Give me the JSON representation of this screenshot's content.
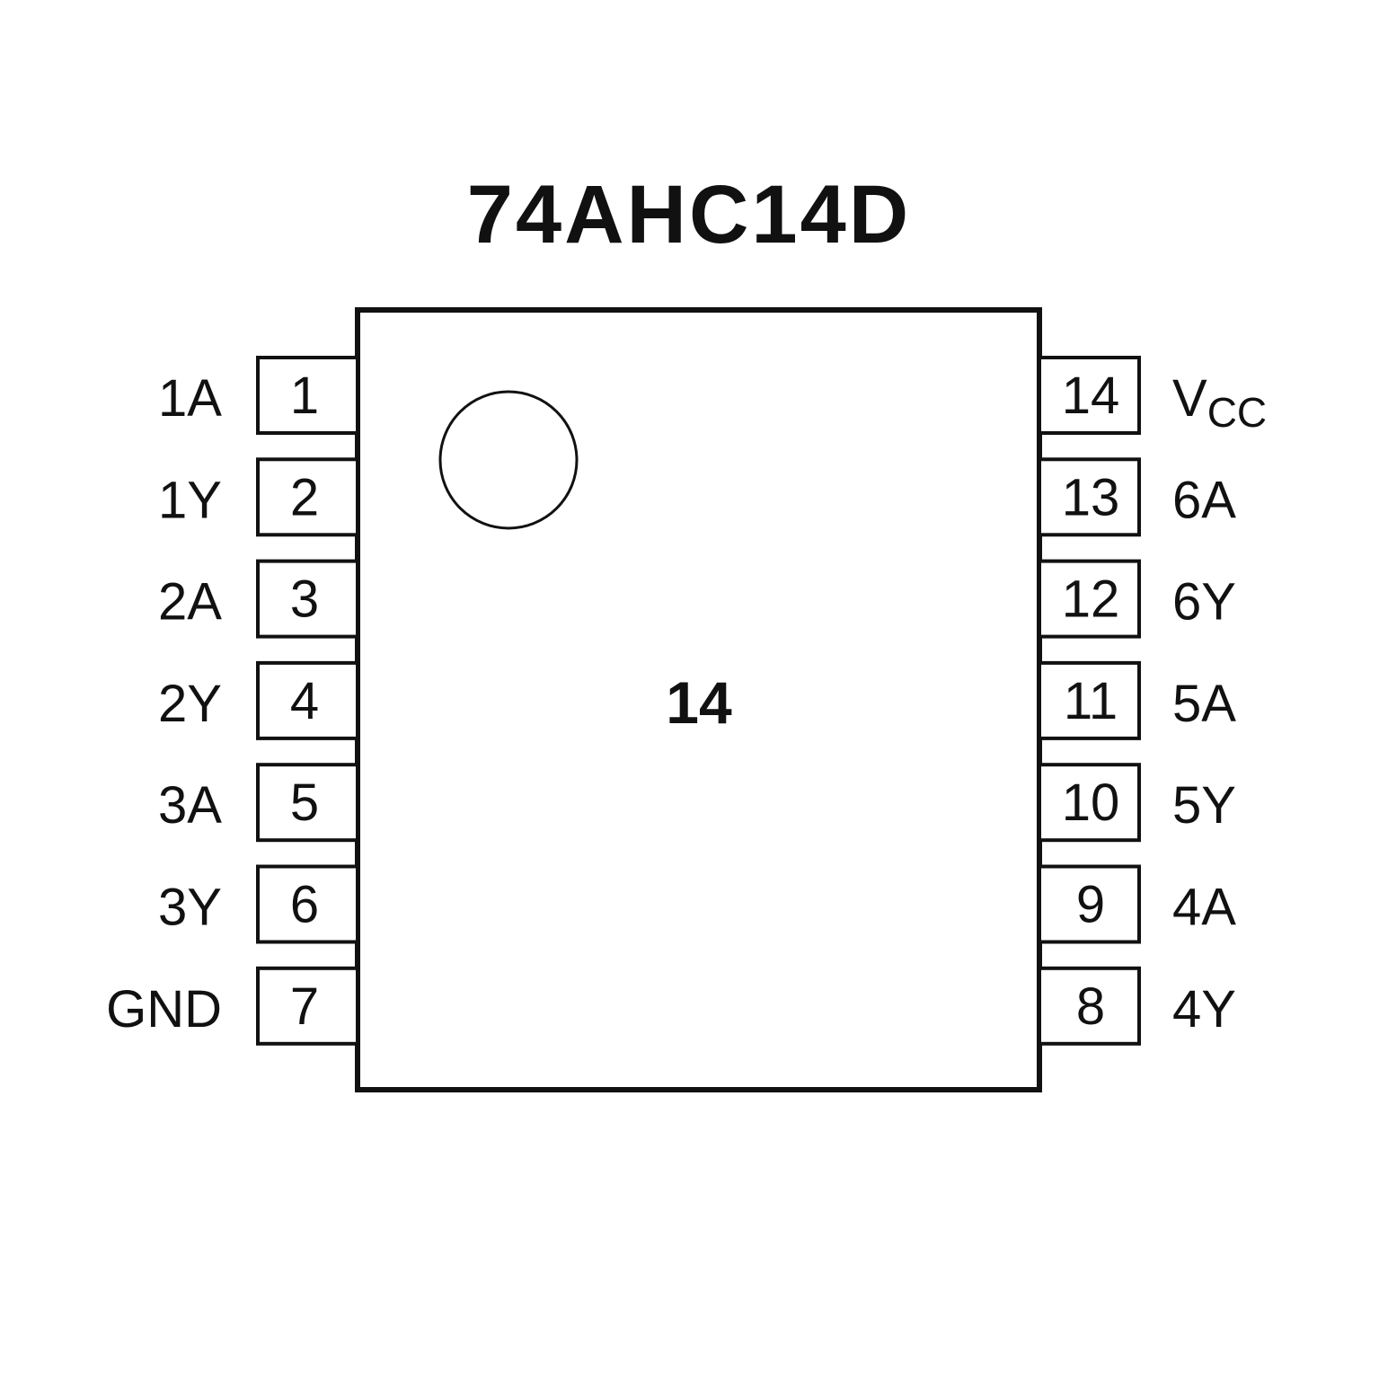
{
  "title": "74AHC14D",
  "center_label": "14",
  "colors": {
    "stroke": "#111111",
    "background": "#ffffff"
  },
  "left_pins": [
    {
      "number": "1",
      "name": "1A"
    },
    {
      "number": "2",
      "name": "1Y"
    },
    {
      "number": "3",
      "name": "2A"
    },
    {
      "number": "4",
      "name": "2Y"
    },
    {
      "number": "5",
      "name": "3A"
    },
    {
      "number": "6",
      "name": "3Y"
    },
    {
      "number": "7",
      "name": "GND"
    }
  ],
  "right_pins": [
    {
      "number": "14",
      "name": "V",
      "sub": "CC"
    },
    {
      "number": "13",
      "name": "6A"
    },
    {
      "number": "12",
      "name": "6Y"
    },
    {
      "number": "11",
      "name": "5A"
    },
    {
      "number": "10",
      "name": "5Y"
    },
    {
      "number": "9",
      "name": "4A"
    },
    {
      "number": "8",
      "name": "4Y"
    }
  ]
}
